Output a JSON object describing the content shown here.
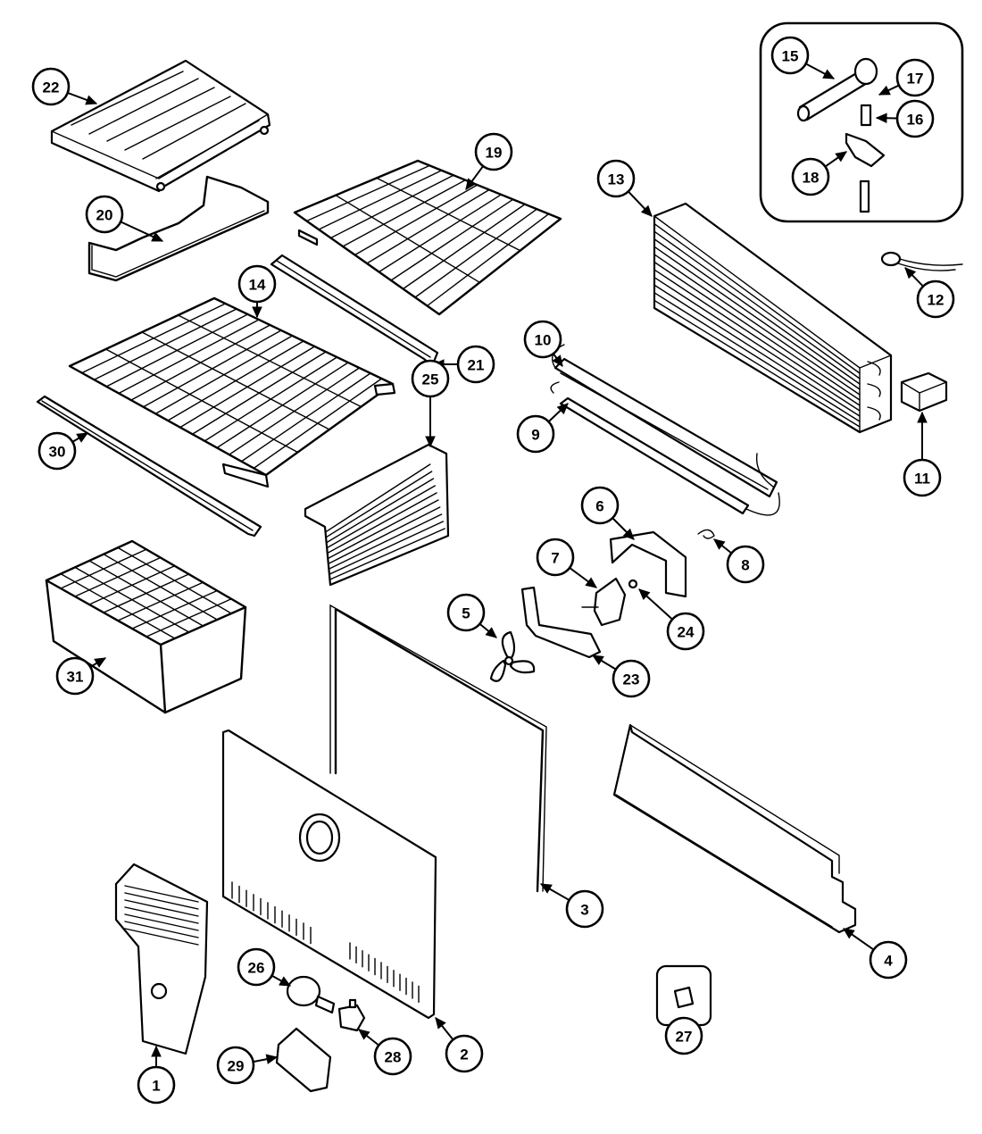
{
  "diagram": {
    "kind": "exploded parts diagram",
    "callouts": [
      {
        "id": "c1",
        "label": "1"
      },
      {
        "id": "c2",
        "label": "2"
      },
      {
        "id": "c3",
        "label": "3"
      },
      {
        "id": "c4",
        "label": "4"
      },
      {
        "id": "c5",
        "label": "5"
      },
      {
        "id": "c6",
        "label": "6"
      },
      {
        "id": "c7",
        "label": "7"
      },
      {
        "id": "c8",
        "label": "8"
      },
      {
        "id": "c9",
        "label": "9"
      },
      {
        "id": "c10",
        "label": "10"
      },
      {
        "id": "c11",
        "label": "11"
      },
      {
        "id": "c12",
        "label": "12"
      },
      {
        "id": "c13",
        "label": "13"
      },
      {
        "id": "c14",
        "label": "14"
      },
      {
        "id": "c15",
        "label": "15"
      },
      {
        "id": "c16",
        "label": "16"
      },
      {
        "id": "c17",
        "label": "17"
      },
      {
        "id": "c18",
        "label": "18"
      },
      {
        "id": "c19",
        "label": "19"
      },
      {
        "id": "c20",
        "label": "20"
      },
      {
        "id": "c21",
        "label": "21"
      },
      {
        "id": "c22",
        "label": "22"
      },
      {
        "id": "c23",
        "label": "23"
      },
      {
        "id": "c24",
        "label": "24"
      },
      {
        "id": "c25",
        "label": "25"
      },
      {
        "id": "c26",
        "label": "26"
      },
      {
        "id": "c27",
        "label": "27"
      },
      {
        "id": "c28",
        "label": "28"
      },
      {
        "id": "c29",
        "label": "29"
      },
      {
        "id": "c30",
        "label": "30"
      },
      {
        "id": "c31",
        "label": "31"
      }
    ],
    "colors": {
      "line": "#000000",
      "background": "#ffffff"
    }
  }
}
